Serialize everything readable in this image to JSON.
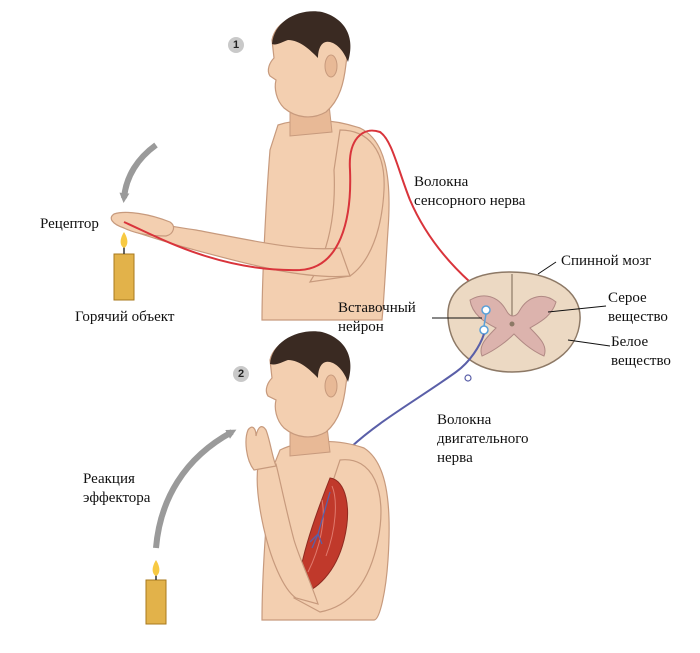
{
  "steps": {
    "one": "1",
    "two": "2"
  },
  "labels": {
    "receptor": "Рецептор",
    "hot_object": "Горячий объект",
    "sensory_fibers": "Волокна\nсенсорного нерва",
    "spinal_cord": "Спинной мозг",
    "interneuron": "Вставочный\nнейрон",
    "gray_matter": "Серое\nвещество",
    "white_matter": "Белое\nвещество",
    "motor_fibers": "Волокна\nдвигательного\nнерва",
    "effector_reaction": "Реакция\nэффектора"
  },
  "colors": {
    "skin": "#f3cfb0",
    "skin_shadow": "#e3b08f",
    "hair": "#3a2a22",
    "sensory_nerve": "#d9343b",
    "motor_nerve": "#5a5fa8",
    "spinal_white": "#ecd9c3",
    "spinal_gray": "#dcb3ad",
    "candle": "#e2b24a",
    "arrow_gray": "#9a9a9a",
    "muscle": "#c0392b"
  }
}
